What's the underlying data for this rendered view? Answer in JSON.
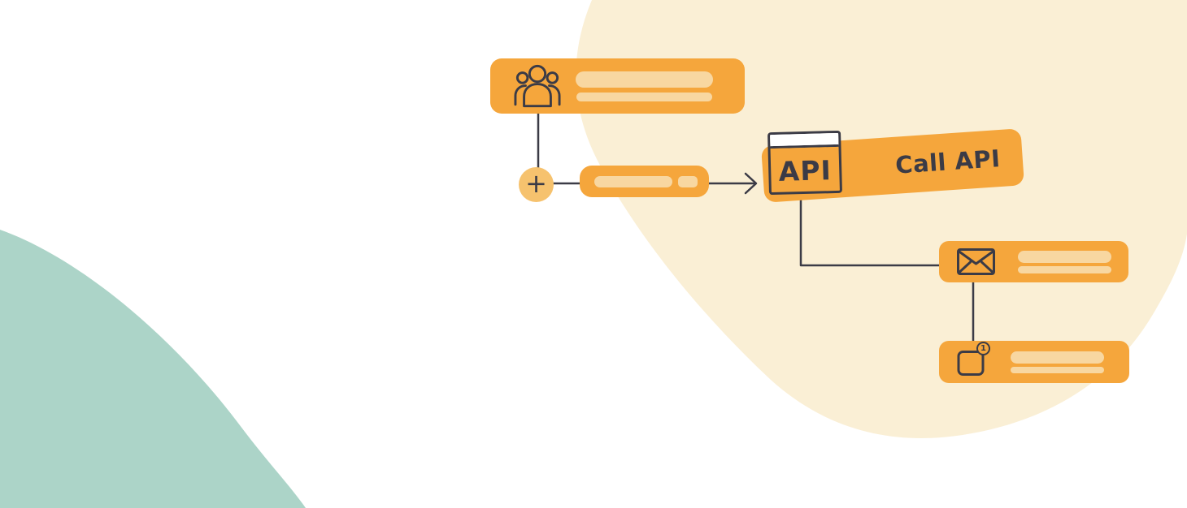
{
  "illustration": {
    "description": "Marketing automation workflow illustration",
    "background_color": "#FFFFFF",
    "blob_colors": {
      "cream": "#FAEFD5",
      "teal": "#ACD4C8"
    },
    "accent_colors": {
      "node_orange": "#F5A63C",
      "placeholder_bar": "#F8D7A1",
      "plus_circle": "#F6C26E",
      "outline_dark": "#3B3B46"
    }
  },
  "workflow": {
    "trigger_node": {
      "icon": "contacts-group-icon",
      "placeholder_bars": 2
    },
    "add_step_button": {
      "label": "+"
    },
    "action_pill_node": {
      "placeholder_bars": 2
    },
    "api_node": {
      "icon": "api-browser-window-icon",
      "icon_text": "API",
      "label": "Call API"
    },
    "email_node": {
      "icon": "envelope-icon",
      "placeholder_bars": 2
    },
    "notification_node": {
      "icon": "notification-square-icon",
      "badge_count": "1",
      "placeholder_bars": 2
    }
  }
}
